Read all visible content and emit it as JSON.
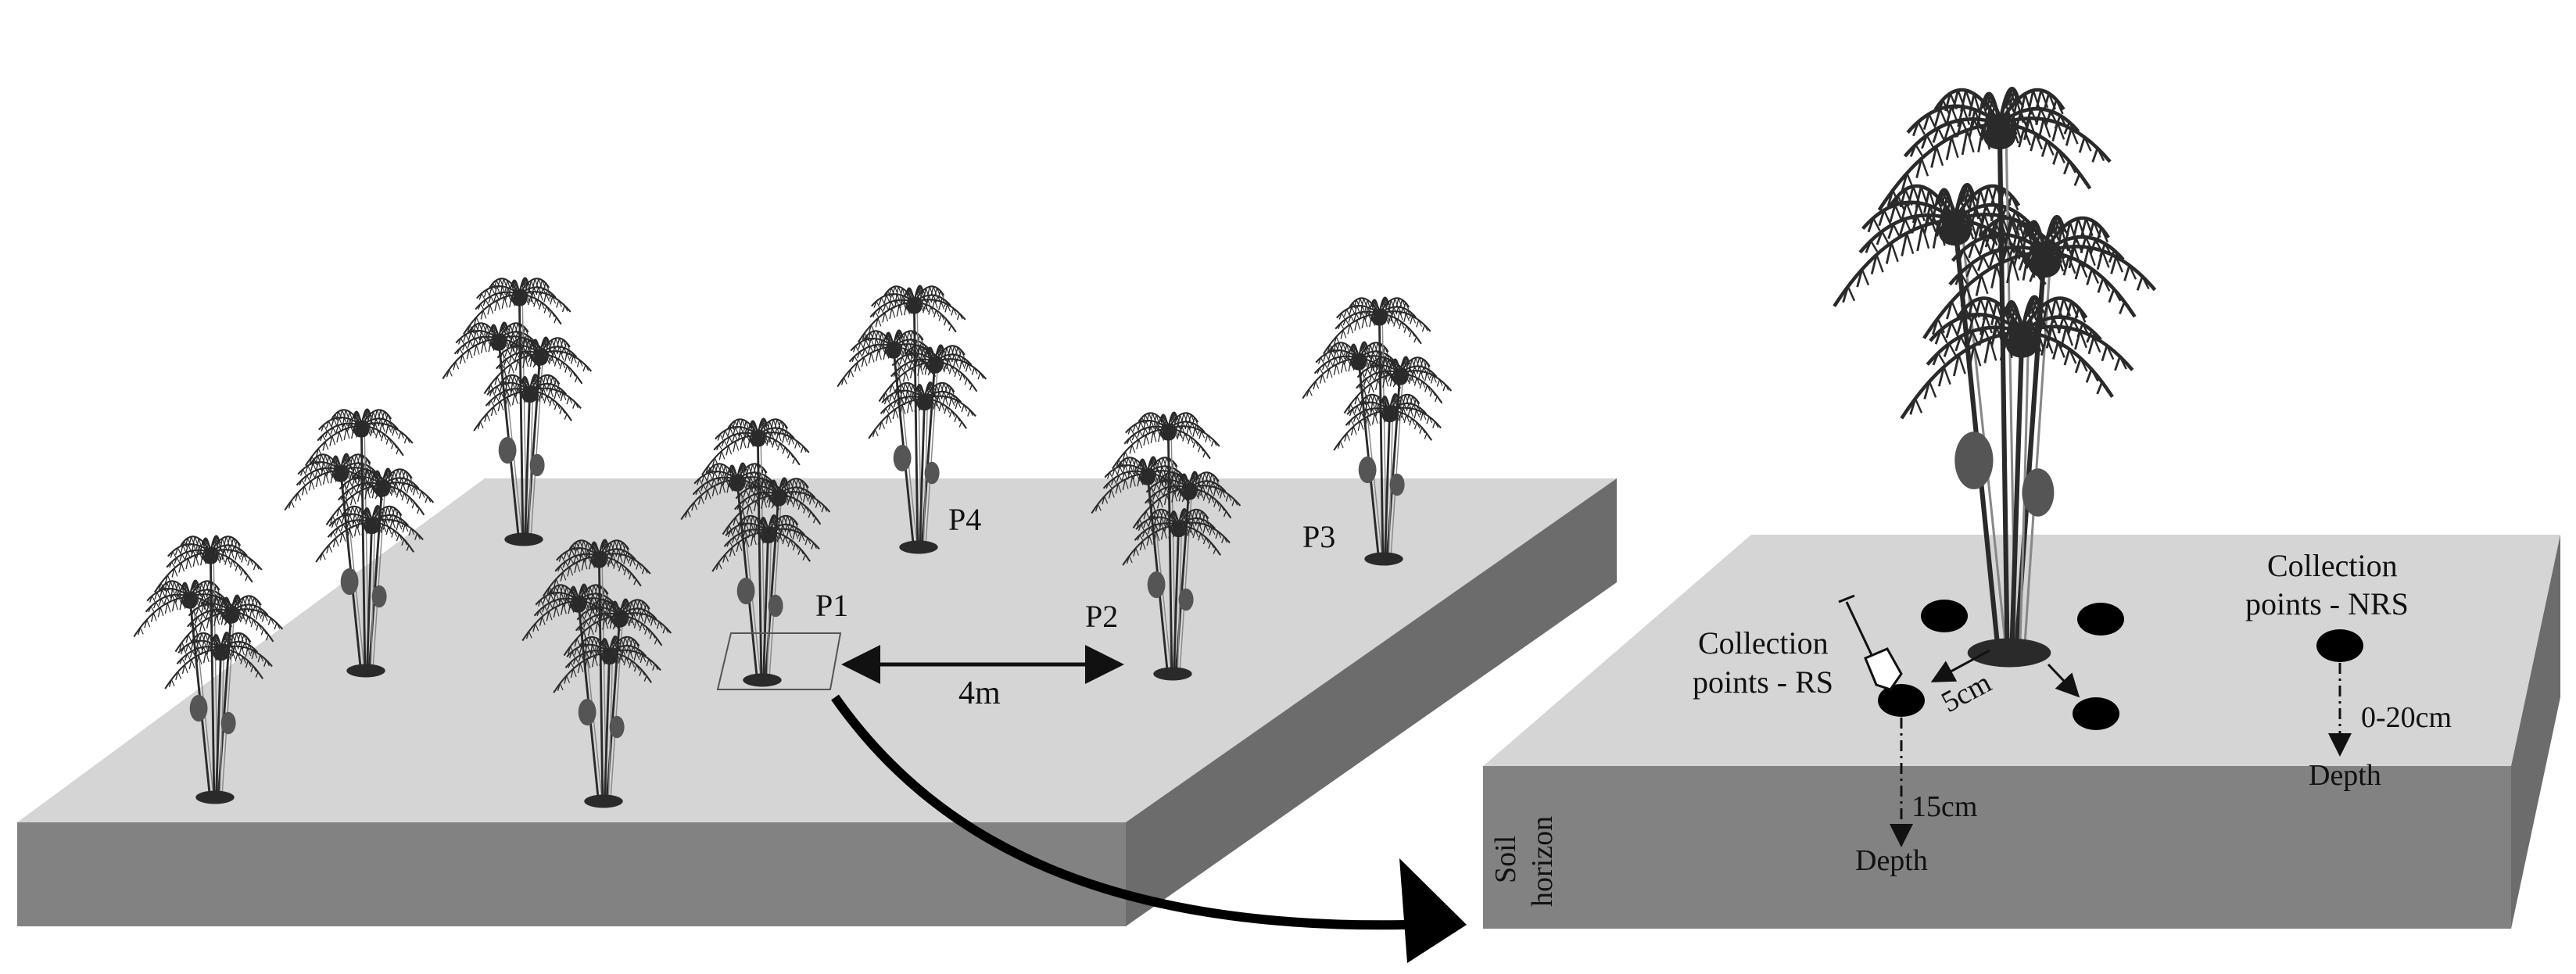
{
  "labels": {
    "p1": "P1",
    "p2": "P2",
    "p3": "P3",
    "p4": "P4",
    "spacing": "4m",
    "rs_line1": "Collection",
    "rs_line2": "points - RS",
    "nrs_line1": "Collection",
    "nrs_line2": "points - NRS",
    "distance_5cm": "5cm",
    "depth_15cm": "15cm",
    "depth_0_20cm": "0-20cm",
    "depth_rs": "Depth",
    "depth_nrs": "Depth",
    "soil_line1": "Soil",
    "soil_line2": "horizon"
  },
  "icons": {
    "tree": "acai-palm-clump-icon",
    "shovel": "shovel-icon",
    "transition_arrow": "curved-arrow-icon"
  },
  "colors": {
    "surface": "#d5d5d5",
    "front_face": "#828282",
    "side_face": "#6c6c6c",
    "points": "#000000",
    "palm": "#2a2a2a"
  }
}
